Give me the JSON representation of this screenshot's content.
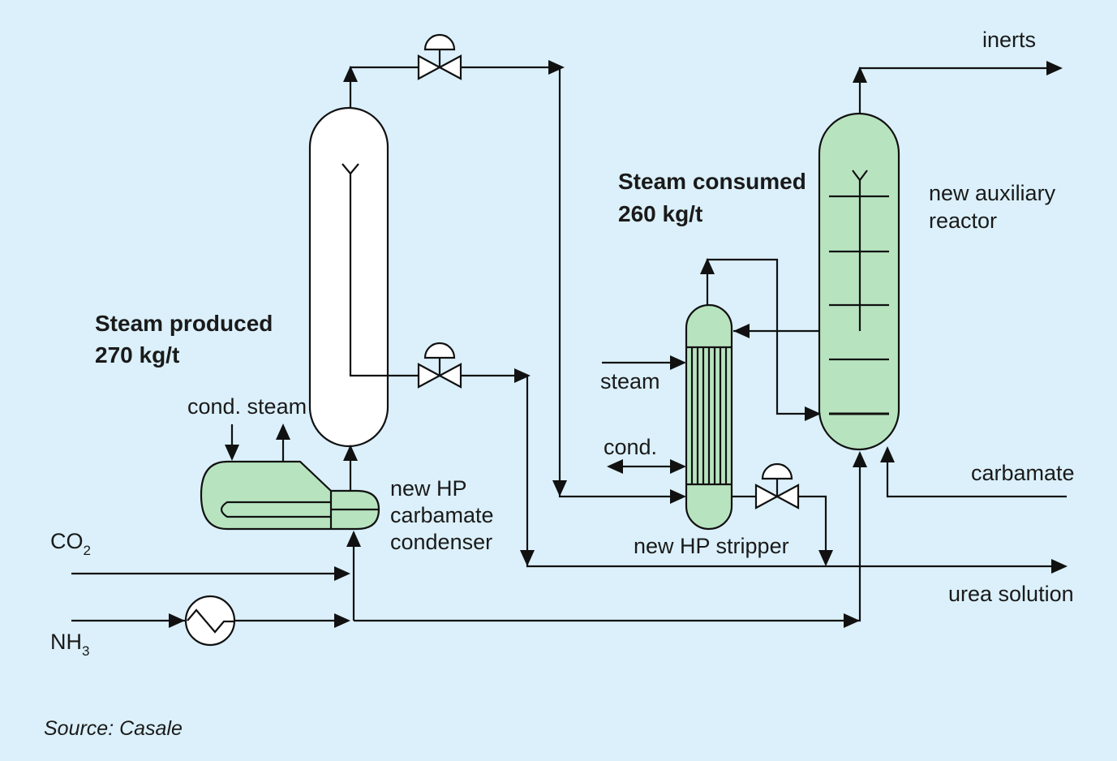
{
  "colors": {
    "background": "#dbf0fa",
    "equipment_green": "#b7e4bf",
    "equipment_white": "#ffffff",
    "line": "#111111"
  },
  "labels": {
    "inerts": "inerts",
    "steam_consumed_title": "Steam consumed",
    "steam_consumed_value": "260 kg/t",
    "new_auxiliary_reactor_line1": "new auxiliary",
    "new_auxiliary_reactor_line2": "reactor",
    "steam_produced_title": "Steam produced",
    "steam_produced_value": "270 kg/t",
    "cond_steam": "cond. steam",
    "steam": "steam",
    "cond": "cond.",
    "carbamate": "carbamate",
    "condenser_line1": "new HP",
    "condenser_line2": "carbamate",
    "condenser_line3": "condenser",
    "new_hp_stripper": "new HP stripper",
    "co2_main": "CO",
    "co2_sub": "2",
    "nh3_main": "NH",
    "nh3_sub": "3",
    "urea_solution": "urea solution",
    "source": "Source: Casale"
  },
  "icons": [
    "control-valve-icon",
    "heat-exchanger-icon",
    "flow-arrow-icon"
  ]
}
